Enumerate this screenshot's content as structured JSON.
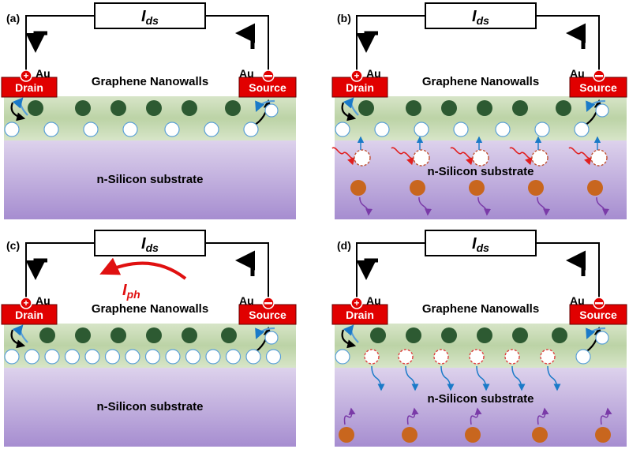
{
  "colors": {
    "graphene_band": "#c9dcb7",
    "substrate_top": "#ddd2ec",
    "substrate_bottom": "#a68dd0",
    "electrode": "#e10000",
    "dark_circle": "#2d5a32",
    "electron_orange": "#c8661e",
    "photon_red": "#e02020",
    "hole_arrow_blue": "#1a7ac8",
    "electron_arrow_purple": "#7a3aa8",
    "current_black": "#000000"
  },
  "common": {
    "ids_main": "I",
    "ids_sub": "ds",
    "gnw_label": "Graphene Nanowalls",
    "substrate_label": "n-Silicon substrate",
    "au_label": "Au",
    "drain_label": "Drain",
    "source_label": "Source"
  },
  "panels": [
    {
      "id": "a",
      "label": "(a)",
      "mode": "dark"
    },
    {
      "id": "b",
      "label": "(b)",
      "mode": "light"
    },
    {
      "id": "c",
      "label": "(c)",
      "mode": "current",
      "iph_main": "I",
      "iph_sub": "ph"
    },
    {
      "id": "d",
      "label": "(d)",
      "mode": "decay"
    }
  ]
}
